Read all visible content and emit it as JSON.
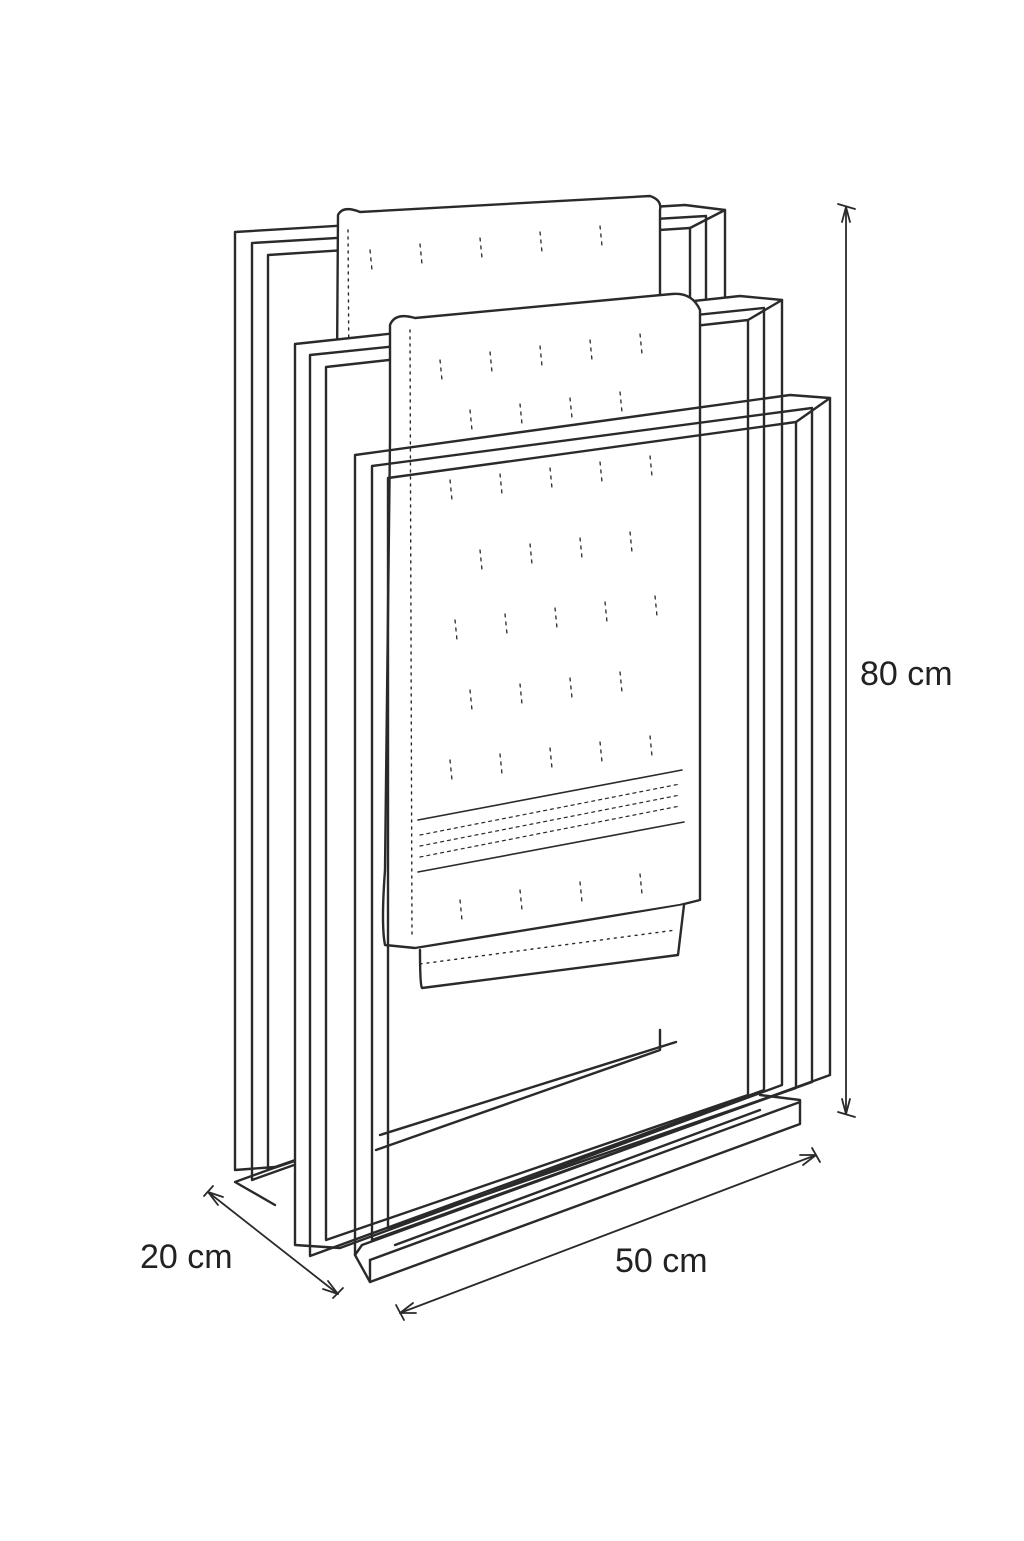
{
  "figure": {
    "subject": "three-bar towel stand line drawing",
    "line_color": "#2a2a2a",
    "background": "#ffffff"
  },
  "dimensions": {
    "height": "80 cm",
    "depth": "20 cm",
    "width": "50 cm"
  }
}
